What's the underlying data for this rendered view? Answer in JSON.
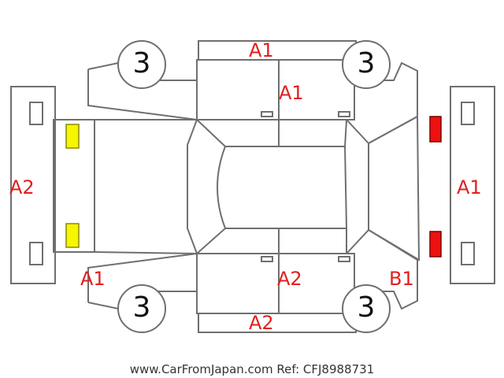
{
  "colors": {
    "outline": "#6f6f6f",
    "damage_code": "#e02020",
    "front_lamp": "#f6f600",
    "rear_lamp": "#ee1111"
  },
  "wheels": {
    "top_left": "3",
    "top_right": "3",
    "bottom_left": "3",
    "bottom_right": "3"
  },
  "damage_codes": {
    "top_edge": "A1",
    "top_door": "A1",
    "front_bumper": "A2",
    "rear_bumper": "A1",
    "bottom_left_fender": "A1",
    "bottom_door": "A2",
    "bottom_right_fender": "B1",
    "bottom_edge": "A2"
  },
  "credit": "www.CarFromJapan.com Ref: CFJ8988731"
}
